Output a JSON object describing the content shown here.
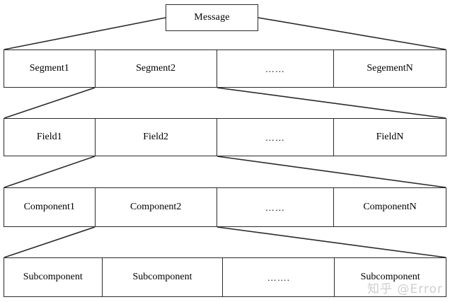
{
  "diagram": {
    "title_node": {
      "label": "Message"
    },
    "rows": [
      {
        "name": "segment-row",
        "cells": [
          {
            "label": "Segment1",
            "width_pct": 20.6
          },
          {
            "label": "Segment2",
            "width_pct": 27.6
          },
          {
            "label": "……",
            "width_pct": 26.5
          },
          {
            "label": "SegementN",
            "width_pct": 25.3
          }
        ]
      },
      {
        "name": "field-row",
        "cells": [
          {
            "label": "Field1",
            "width_pct": 20.6
          },
          {
            "label": "Field2",
            "width_pct": 27.6
          },
          {
            "label": "……",
            "width_pct": 26.5
          },
          {
            "label": "FieldN",
            "width_pct": 25.3
          }
        ]
      },
      {
        "name": "component-row",
        "cells": [
          {
            "label": "Component1",
            "width_pct": 20.6
          },
          {
            "label": "Component2",
            "width_pct": 27.6
          },
          {
            "label": "……",
            "width_pct": 26.5
          },
          {
            "label": "ComponentN",
            "width_pct": 25.3
          }
        ]
      },
      {
        "name": "subcomponent-row",
        "cells": [
          {
            "label": "Subcomponent",
            "width_pct": 22.2
          },
          {
            "label": "Subcomponent",
            "width_pct": 27.4
          },
          {
            "label": "…….",
            "width_pct": 25.3
          },
          {
            "label": "Subcomponent",
            "width_pct": 25.1
          }
        ]
      }
    ],
    "colors": {
      "line": "#2b2b2b",
      "background": "#ffffff",
      "text": "#000000",
      "watermark": "#cfcfcf"
    }
  },
  "watermark": {
    "text": "知乎 @Error"
  }
}
